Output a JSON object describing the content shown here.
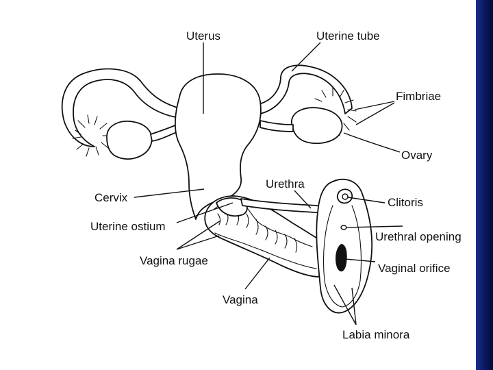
{
  "diagram": {
    "labels": {
      "uterus": "Uterus",
      "uterine_tube": "Uterine tube",
      "fimbriae": "Fimbriae",
      "ovary": "Ovary",
      "cervix": "Cervix",
      "uterine_ostium": "Uterine ostium",
      "vagina_rugae": "Vagina rugae",
      "vagina": "Vagina",
      "urethra": "Urethra",
      "clitoris": "Clitoris",
      "urethral_opening": "Urethral opening",
      "vaginal_orifice": "Vaginal orifice",
      "labia_minora": "Labia minora"
    }
  },
  "theme": {
    "accent_bar": "#0b1a66",
    "background": "#ffffff",
    "ink": "#111111"
  }
}
